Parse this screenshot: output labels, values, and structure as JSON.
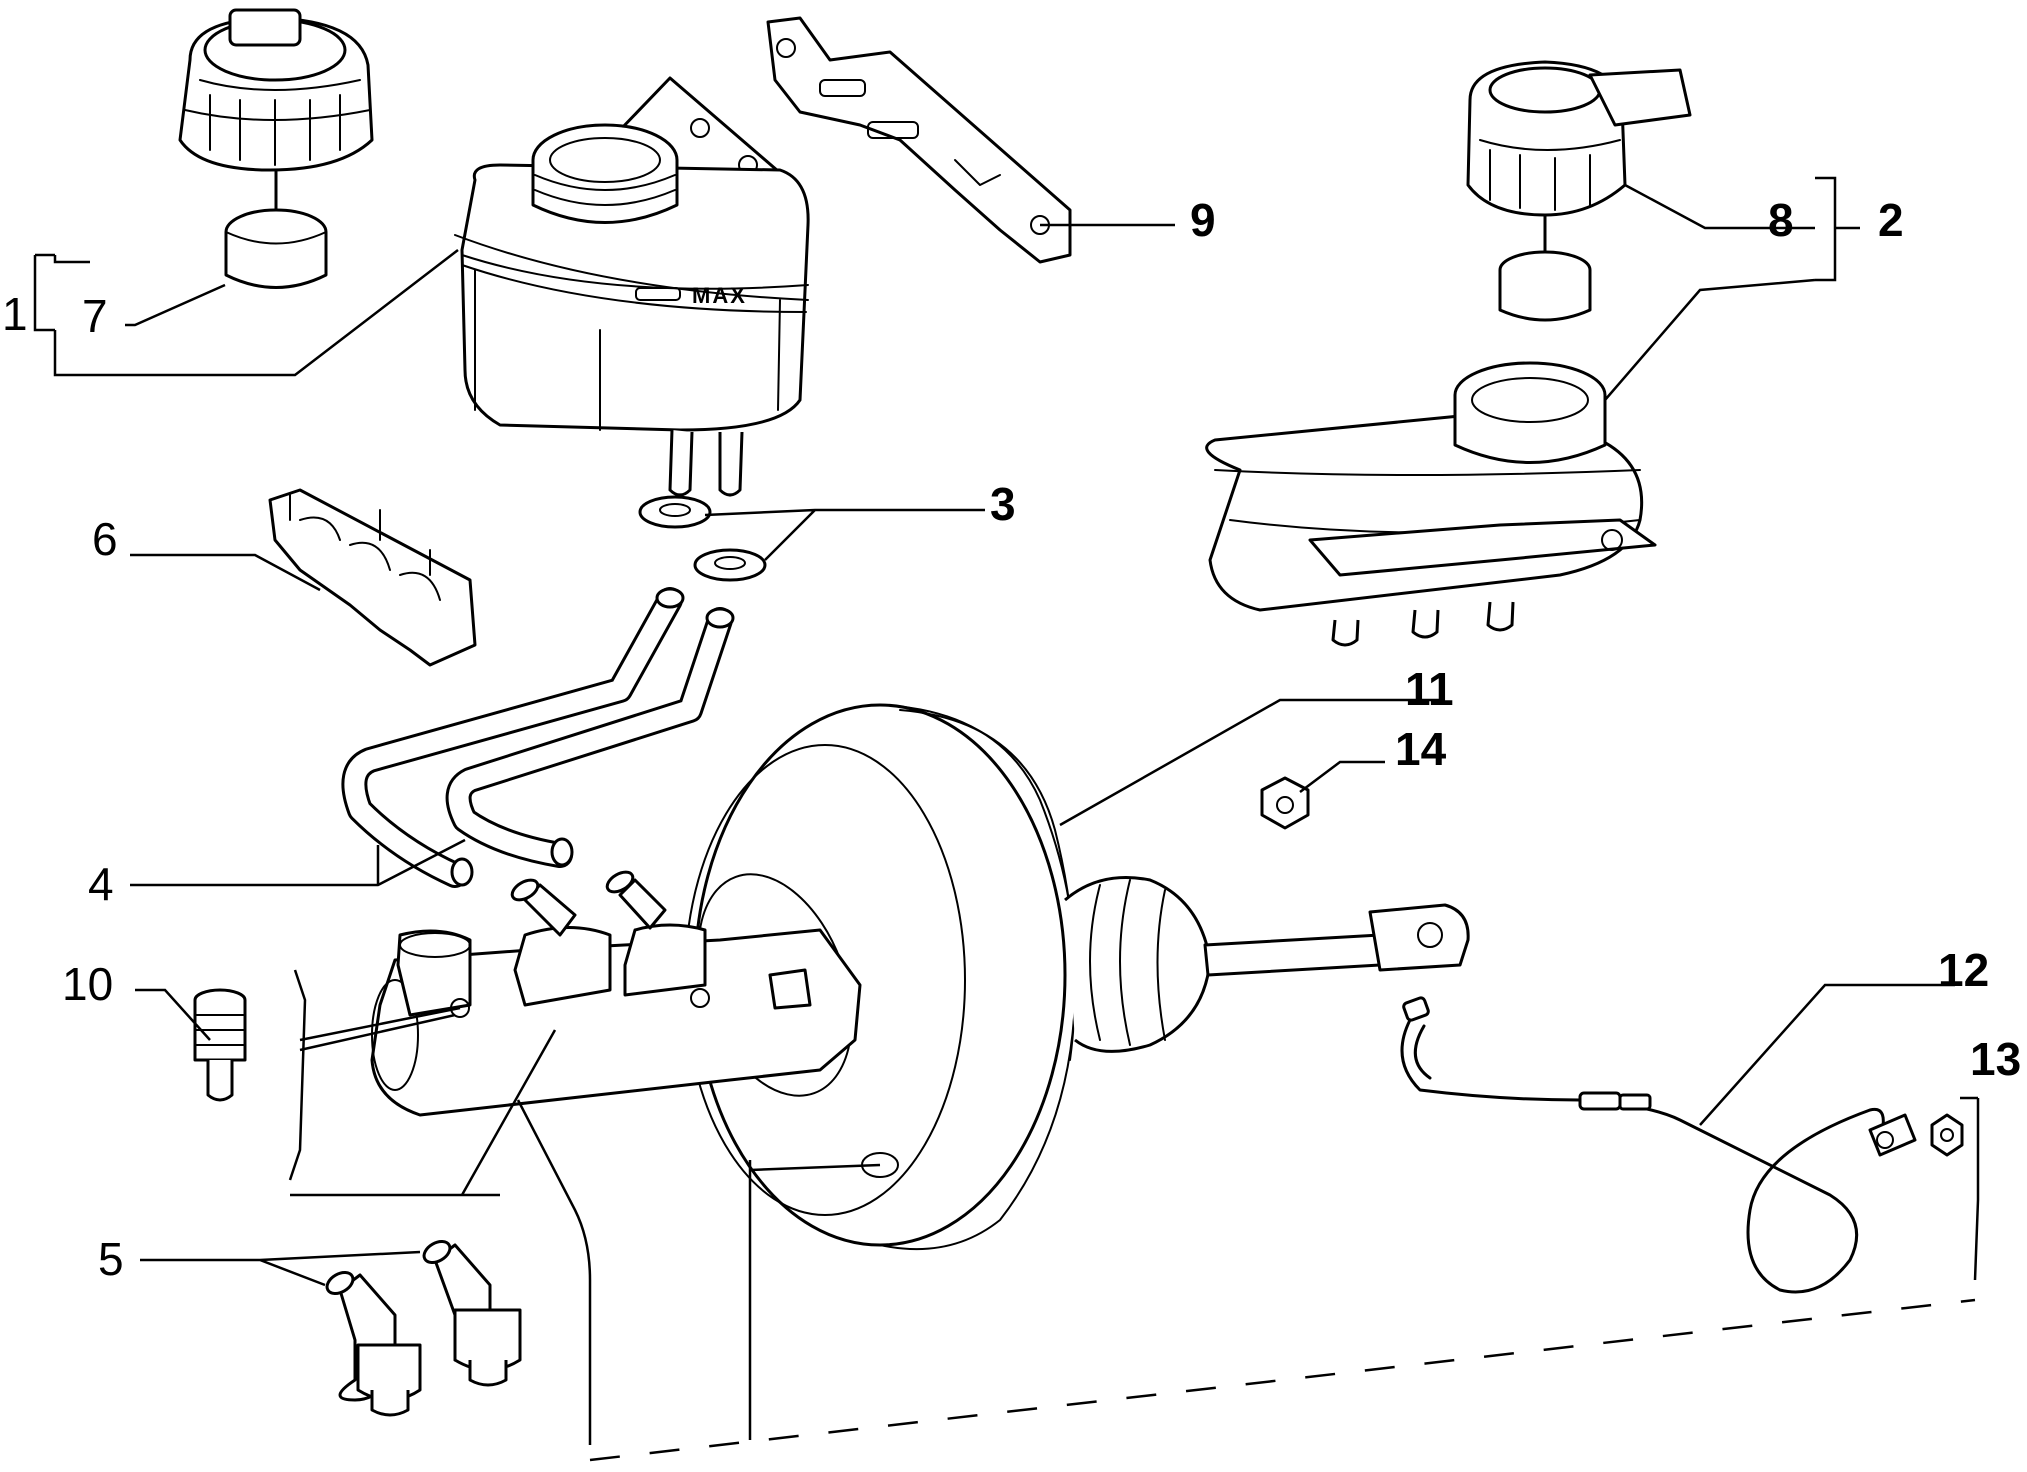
{
  "callouts": {
    "c1": "1",
    "c2": "2",
    "c3": "3",
    "c4": "4",
    "c5": "5",
    "c6": "6",
    "c7": "7",
    "c8": "8",
    "c9": "9",
    "c10": "10",
    "c11": "11",
    "c12": "12",
    "c13": "13",
    "c14": "14"
  },
  "reservoir_marking": "MAX"
}
